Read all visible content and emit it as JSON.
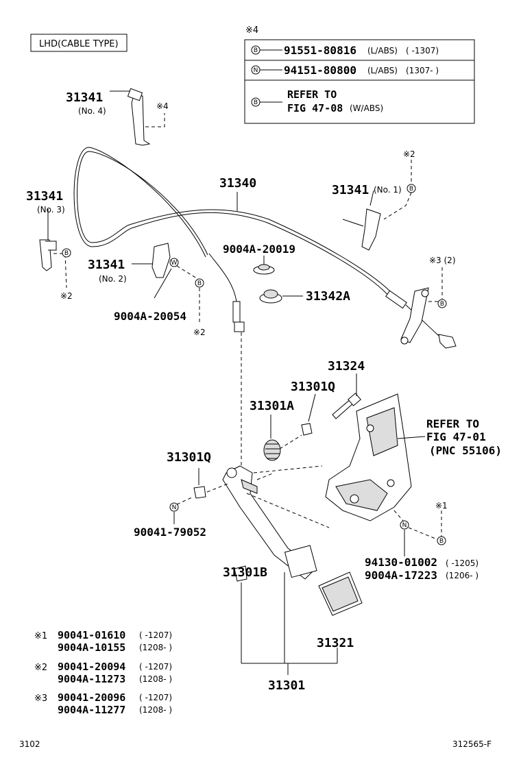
{
  "header": {
    "type_label": "LHD(CABLE TYPE)"
  },
  "ref_table": {
    "title": "※4",
    "rows": [
      {
        "mark": "B",
        "part": "91551-80816",
        "spec": "(L/ABS)",
        "range": "(     -1307)"
      },
      {
        "mark": "N",
        "part": "94151-80800",
        "spec": "(L/ABS)",
        "range": "(1307-     )"
      },
      {
        "mark": "B",
        "part": "REFER TO",
        "part2": "FIG 47-08",
        "spec2": "(W/ABS)"
      }
    ]
  },
  "callouts": {
    "p31341_no4": "31341",
    "p31341_no4_sub": "(No. 4)",
    "star4": "※4",
    "p31340": "31340",
    "p31341_no3": "31341",
    "p31341_no3_sub": "(No. 3)",
    "p31341_no1": "31341",
    "p31341_no1_sub": "(No. 1)",
    "star2_top": "※2",
    "p9004a_20019": "9004A-20019",
    "p31341_no2": "31341",
    "p31341_no2_sub": "(No. 2)",
    "p31342a": "31342A",
    "star3_2": "※3 (2)",
    "p9004a_20054": "9004A-20054",
    "star2_left": "※2",
    "star2_mid": "※2",
    "p31324": "31324",
    "p31301q_top": "31301Q",
    "p31301a": "31301A",
    "refer_to": "REFER TO",
    "fig4701": "FIG 47-01",
    "pnc": "(PNC 55106)",
    "p31301q_left": "31301Q",
    "star1": "※1",
    "p90041_79052": "90041-79052",
    "p94130": "94130-01002",
    "p94130_range": "(      -1205)",
    "p9004a_17223": "9004A-17223",
    "p9004a_17223_range": "(1206-      )",
    "p31301b": "31301B",
    "p31321": "31321",
    "p31301": "31301"
  },
  "notes": [
    {
      "mark": "※1",
      "a": "90041-01610",
      "a_range": "(      -1207)",
      "b": "9004A-10155",
      "b_range": "(1208-      )"
    },
    {
      "mark": "※2",
      "a": "90041-20094",
      "a_range": "(      -1207)",
      "b": "9004A-11273",
      "b_range": "(1208-      )"
    },
    {
      "mark": "※3",
      "a": "90041-20096",
      "a_range": "(      -1207)",
      "b": "9004A-11277",
      "b_range": "(1208-      )"
    }
  ],
  "footer": {
    "left": "3102",
    "right": "312565-F"
  }
}
